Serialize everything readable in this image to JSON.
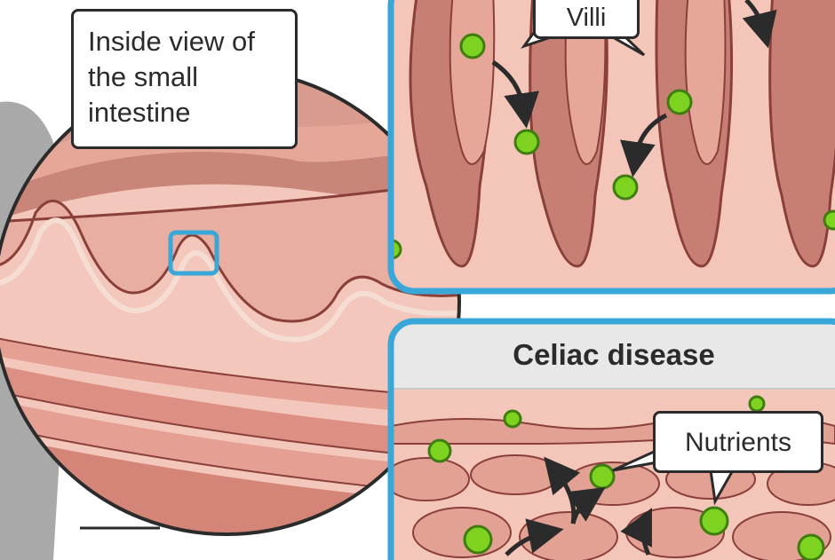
{
  "labels": {
    "inside_view": "Inside view of the small intestine",
    "villi": "Villi",
    "celiac_disease": "Celiac disease",
    "nutrients": "Nutrients"
  },
  "colors": {
    "panel_border": "#3aa7d9",
    "tissue_light": "#f3c7bb",
    "tissue_mid": "#e6a799",
    "tissue_dark": "#8a3f3a",
    "nutrient_fill": "#7ed321",
    "nutrient_stroke": "#3f7d11",
    "silhouette": "#a9a9a9"
  },
  "icons": [
    "nutrient-particle-icon",
    "arrow-icon"
  ]
}
